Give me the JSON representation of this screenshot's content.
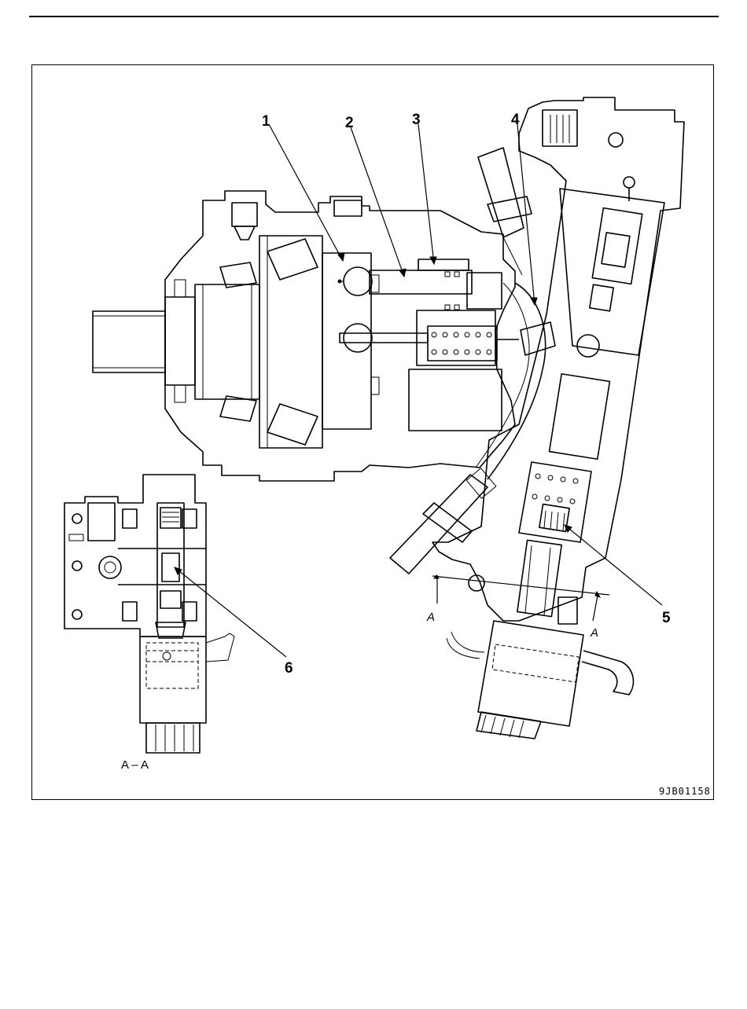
{
  "figure": {
    "code": "9JB01158",
    "section_caption": "A – A",
    "section_letters": [
      "A",
      "A"
    ]
  },
  "callouts": [
    {
      "label": "1"
    },
    {
      "label": "2"
    },
    {
      "label": "3"
    },
    {
      "label": "4"
    },
    {
      "label": "5"
    },
    {
      "label": "6"
    }
  ]
}
